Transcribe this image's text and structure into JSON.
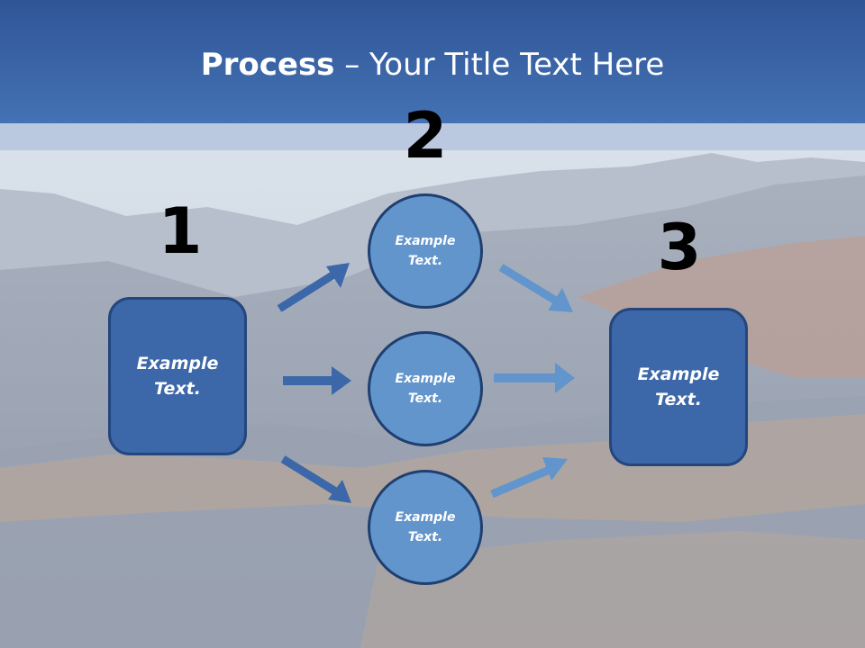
{
  "slide": {
    "title_bold": "Process",
    "title_rest": " – Your Title Text Here",
    "steps": [
      {
        "number": "1",
        "box_text": "Example\nText."
      },
      {
        "number": "2",
        "circles": [
          "Example\nText.",
          "Example\nText.",
          "Example\nText."
        ]
      },
      {
        "number": "3",
        "box_text": "Example\nText."
      }
    ]
  },
  "colors": {
    "title_bar": "#2f5597",
    "box_fill": "#3c67a8",
    "circle_fill": "#6295cc",
    "arrow_dark": "#3c67a8",
    "arrow_light": "#6295cc"
  }
}
